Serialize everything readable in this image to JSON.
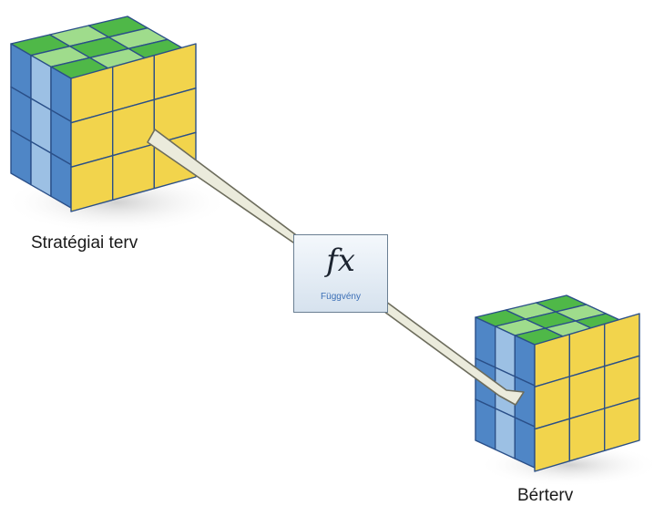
{
  "nodes": {
    "source": {
      "label": "Stratégiai terv"
    },
    "target": {
      "label": "Bérterv"
    }
  },
  "function": {
    "symbol": "fx",
    "caption": "Függvény"
  },
  "colors": {
    "cube_front": "#4f86c6",
    "cube_front_light": "#9cc0e4",
    "cube_side": "#f2d44c",
    "cube_top": "#4fb848",
    "cube_top_light": "#9fdc8c",
    "cube_edge": "#2a4f88",
    "arrow_fill": "#ebebdc",
    "arrow_stroke": "#6c6c5c"
  }
}
